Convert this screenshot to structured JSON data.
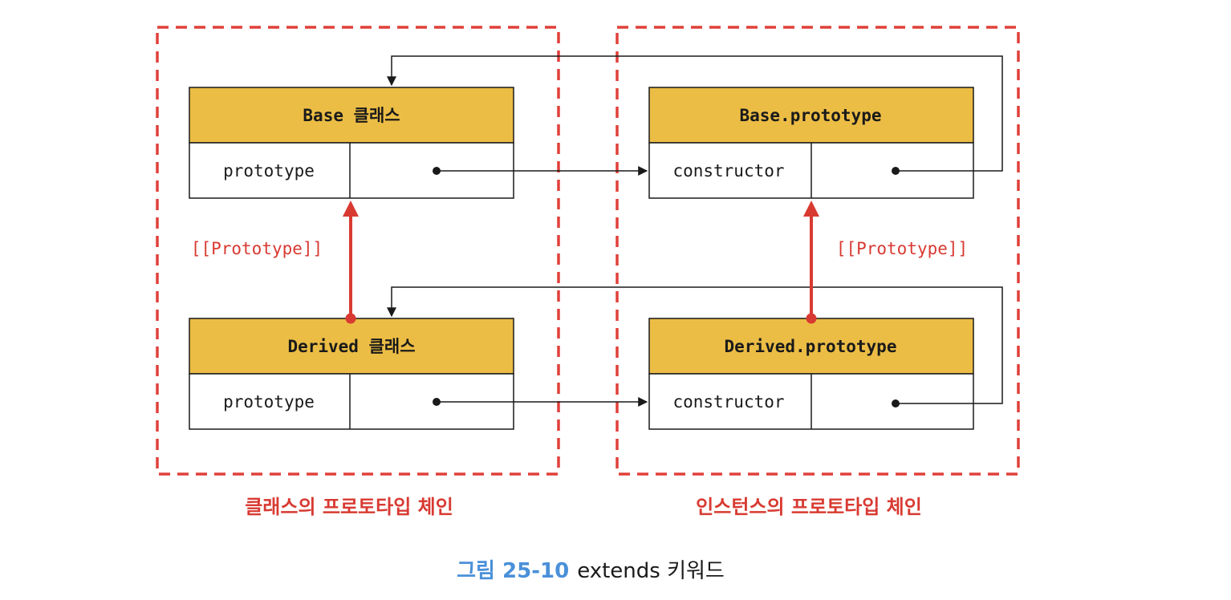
{
  "groups": {
    "left": {
      "label": "클래스의 프로토타입 체인"
    },
    "right": {
      "label": "인스턴스의 프로토타입 체인"
    }
  },
  "boxes": {
    "base_class": {
      "title": "Base 클래스",
      "field": "prototype"
    },
    "derived_class": {
      "title": "Derived 클래스",
      "field": "prototype"
    },
    "base_prototype": {
      "title": "Base.prototype",
      "field": "constructor"
    },
    "derived_prototype": {
      "title": "Derived.prototype",
      "field": "constructor"
    }
  },
  "links": {
    "left_proto": "[[Prototype]]",
    "right_proto": "[[Prototype]]"
  },
  "caption": {
    "number": "그림 25-10",
    "text": "extends 키워드"
  },
  "colors": {
    "header_fill": "#ecbd45",
    "dashed_border": "#e0403a",
    "proto_arrow": "#d83a32",
    "caption_number": "#4a90d9"
  }
}
